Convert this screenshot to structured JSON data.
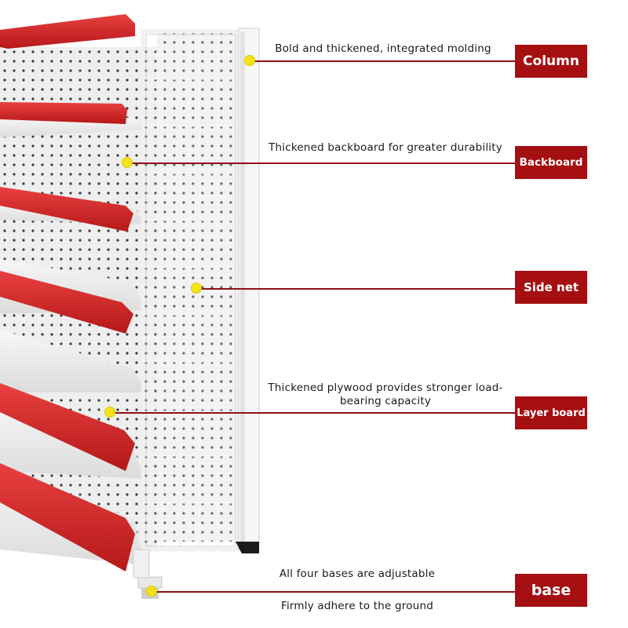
{
  "callouts": [
    {
      "label": "Column",
      "description": "Bold and thickened, integrated molding"
    },
    {
      "label": "Backboard",
      "description": "Thickened backboard for greater durability"
    },
    {
      "label": "Side net",
      "description": ""
    },
    {
      "label": "Layer board",
      "description": "Thickened plywood provides stronger load-bearing capacity"
    },
    {
      "label": "base",
      "description_top": "All four bases are adjustable",
      "description_bottom": "Firmly adhere to the ground"
    }
  ],
  "colors": {
    "label_bg": "#a50f12",
    "leader_line": "#8c1216",
    "marker_dot": "#f5e21a",
    "shelf_lip": "#d62828",
    "frame": "#f2f2f2"
  }
}
